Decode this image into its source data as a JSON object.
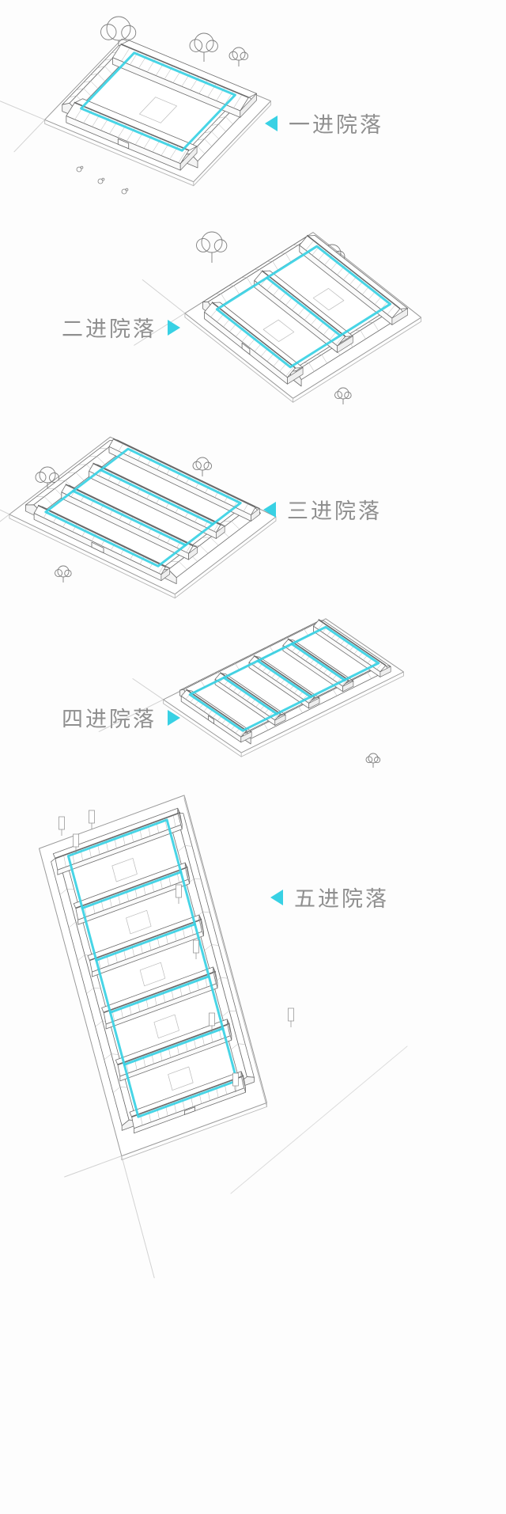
{
  "accent": "#38d1e4",
  "text_color": "#8f8f8f",
  "sections": [
    {
      "id": "one-courtyard",
      "label": "一进院落",
      "arrow_side": "left",
      "courtyards": 1
    },
    {
      "id": "two-courtyard",
      "label": "二进院落",
      "arrow_side": "right",
      "courtyards": 2
    },
    {
      "id": "three-courtyard",
      "label": "三进院落",
      "arrow_side": "left",
      "courtyards": 3
    },
    {
      "id": "four-courtyard",
      "label": "四进院落",
      "arrow_side": "right",
      "courtyards": 4
    },
    {
      "id": "five-courtyard",
      "label": "五进院落",
      "arrow_side": "left",
      "courtyards": 5
    }
  ]
}
